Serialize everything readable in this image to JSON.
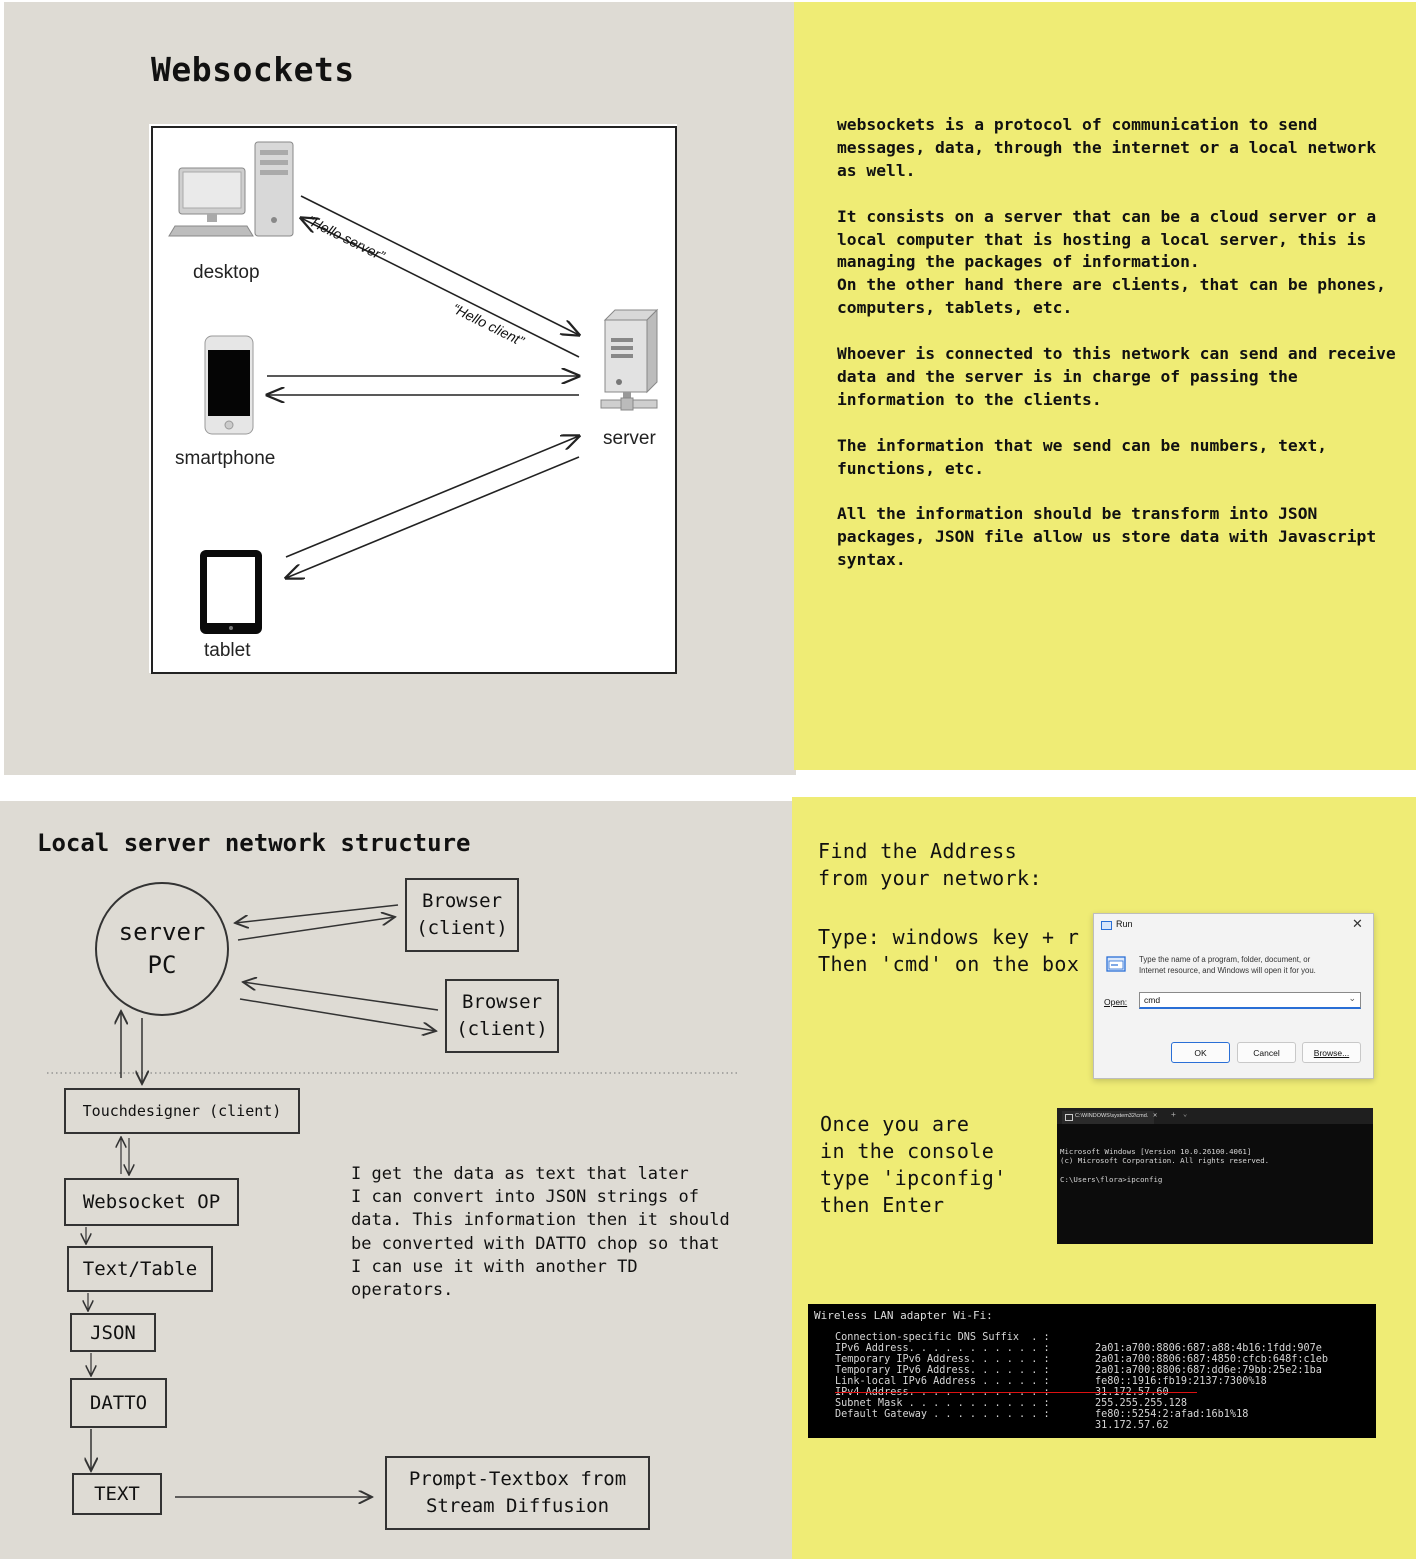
{
  "websockets_slide": {
    "title": "Websockets",
    "diagram": {
      "devices": {
        "desktop": "desktop",
        "smartphone": "smartphone",
        "tablet": "tablet",
        "server": "server"
      },
      "messages": {
        "to_server": "“Hello server”",
        "to_client": "“Hello client”"
      }
    },
    "explanation": [
      "websockets is a protocol of communication to send messages, data, through the internet or a local network as well.",
      "It consists on a server that can be a cloud server or a local computer that is hosting a local server, this is managing the packages of information.\nOn the other hand there are clients, that can be phones, computers, tablets, etc.",
      "Whoever is connected to this network can send and receive data and the server is in charge of passing the information to the clients.",
      "The information that we send can be numbers, text, functions, etc.",
      "All the information should be transform into JSON packages, JSON file allow us store data with Javascript syntax."
    ]
  },
  "network_slide": {
    "title": "Local server network structure",
    "server": "server\nPC",
    "browser_1": "Browser\n(client)",
    "browser_2": "Browser\n(client)",
    "touchdesigner": "Touchdesigner (client)",
    "websocket_op": "Websocket OP",
    "text_table": "Text/Table",
    "json": "JSON",
    "datto": "DATTO",
    "text": "TEXT",
    "prompt": "Prompt-Textbox from\nStream Diffusion",
    "description": "I get the data as text that later\nI can convert into JSON strings of\ndata. This information then it should\nbe converted with DATTO chop so that\nI can use it with another TD\noperators."
  },
  "address_slide": {
    "heading": "Find the Address\nfrom your network:",
    "step_run": "Type: windows key + r\nThen 'cmd' on the box",
    "step_console": "Once you are\nin the console\ntype 'ipconfig'\nthen Enter",
    "run_dialog": {
      "title": "Run",
      "message": "Type the name of a program, folder, document, or\nInternet resource, and Windows will open it for you.",
      "open_label": "Open:",
      "open_value": "cmd",
      "ok": "OK",
      "cancel": "Cancel",
      "browse": "Browse..."
    },
    "cmd_window": {
      "tab_title": "C:\\WINDOWS\\system32\\cmd.",
      "lines": [
        "Microsoft Windows [Version 10.0.26100.4061]",
        "(c) Microsoft Corporation. All rights reserved.",
        "",
        "C:\\Users\\flora>ipconfig"
      ]
    },
    "ipconfig_output": {
      "header": "Wireless LAN adapter Wi-Fi:",
      "rows": [
        {
          "label": "Connection-specific DNS Suffix  . :",
          "value": ""
        },
        {
          "label": "IPv6 Address. . . . . . . . . . . :",
          "value": "2a01:a700:8806:687:a88:4b16:1fdd:907e"
        },
        {
          "label": "Temporary IPv6 Address. . . . . . :",
          "value": "2a01:a700:8806:687:4850:cfcb:648f:c1eb"
        },
        {
          "label": "Temporary IPv6 Address. . . . . . :",
          "value": "2a01:a700:8806:687:dd6e:79bb:25e2:1ba"
        },
        {
          "label": "Link-local IPv6 Address . . . . . :",
          "value": "fe80::1916:fb19:2137:7300%18"
        },
        {
          "label": "IPv4 Address. . . . . . . . . . . :",
          "value": "31.172.57.60"
        },
        {
          "label": "Subnet Mask . . . . . . . . . . . :",
          "value": "255.255.255.128"
        },
        {
          "label": "Default Gateway . . . . . . . . . :",
          "value": "fe80::5254:2:afad:16b1%18"
        },
        {
          "label": "",
          "value": "31.172.57.62"
        }
      ]
    }
  },
  "colors": {
    "panel_grey": "#dedbd4",
    "panel_yellow": "#efec75",
    "highlight_red": "#d11"
  }
}
